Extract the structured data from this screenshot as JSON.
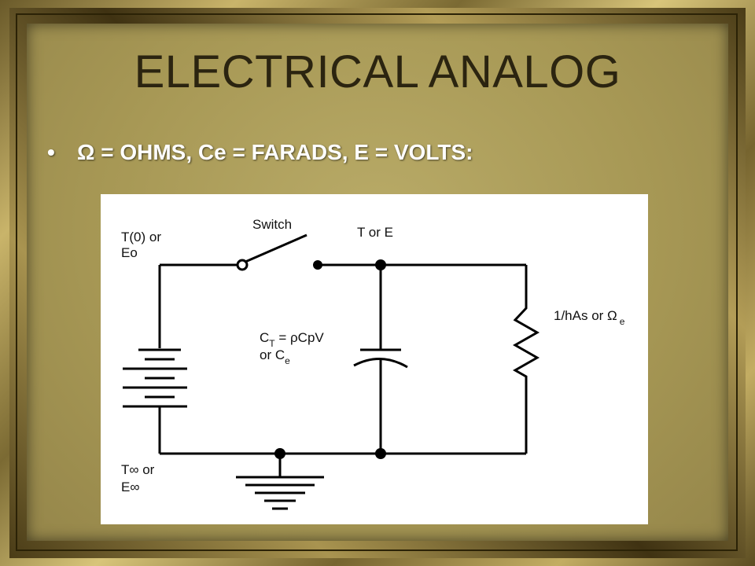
{
  "slide": {
    "title": "ELECTRICAL ANALOG",
    "bullet": "Ω = OHMS, Ce = FARADS, E = VOLTS:",
    "bullet_icon": "bullet-dot"
  },
  "diagram": {
    "switch_label": "Switch",
    "source_label_line1": "T(0) or",
    "source_label_line2": "Eo",
    "node_label": "T or E",
    "resistor_label_main": "1/hAs or Ω",
    "resistor_label_sub": "e",
    "cap_label_line1_a": "C",
    "cap_label_line1_sub": "T",
    "cap_label_line1_b": " = ρCpV",
    "cap_label_line2_a": "or C",
    "cap_label_line2_sub": "e",
    "ground_label_line1": "T∞ or",
    "ground_label_line2": "E∞"
  },
  "colors": {
    "title": "#2b2410",
    "bullet": "#ffffff",
    "slide_bg": "#a79855",
    "frame": "#c9b46a"
  }
}
